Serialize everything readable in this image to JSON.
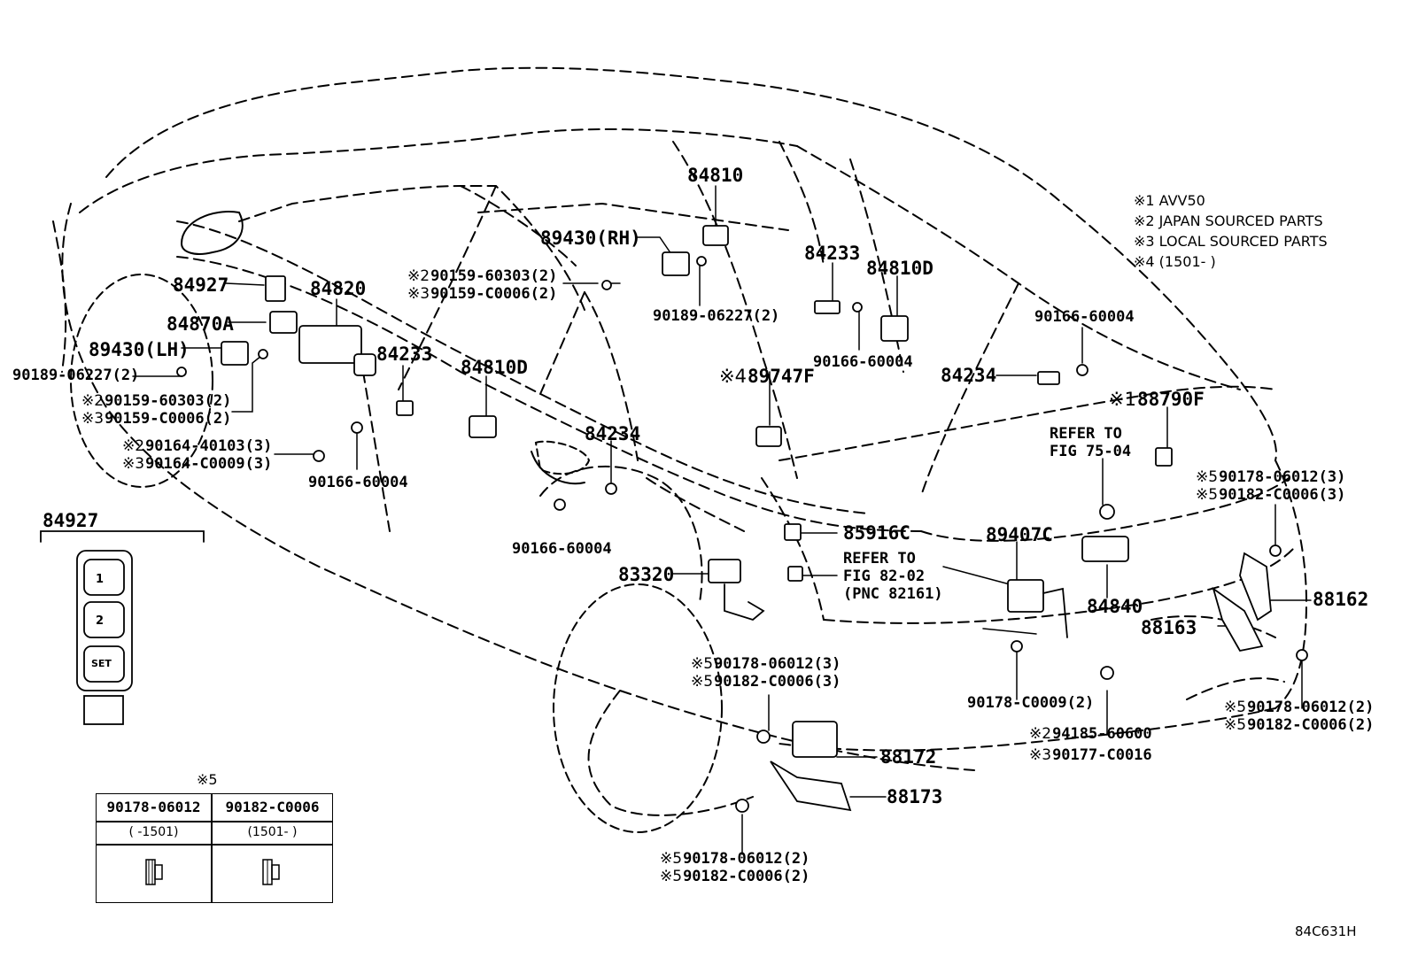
{
  "notes": [
    "※1 AVV50",
    "※2 JAPAN SOURCED PARTS",
    "※3 LOCAL SOURCED PARTS",
    "※4 (1501-        )"
  ],
  "labels": {
    "p84810": "84810",
    "p89430rh": "89430(RH)",
    "p84233a": "84233",
    "p84810d_top": "84810D",
    "p84927": "84927",
    "p84820": "84820",
    "p84870a": "84870A",
    "p89430lh": "89430(LH)",
    "p90189_left": "90189-06227(2)",
    "p90159_603_left": "90159-60303(2)",
    "p90159_c_left": "90159-C0006(2)",
    "p90164_401": "90164-40103(3)",
    "p90164_c": "90164-C0009(3)",
    "p90166_left": "90166-60004",
    "p84233b": "84233",
    "p84810d_mid": "84810D",
    "p84234a": "84234",
    "p90166_mid": "90166-60004",
    "p90159_603_mid": "90159-60303(2)",
    "p90159_c_mid": "90159-C0006(2)",
    "p90189_mid": "90189-06227(2)",
    "p90166_center": "90166-60004",
    "p89747f": "89747F",
    "p90166_right": "90166-60004",
    "p84234b": "84234",
    "p88790f": "88790F",
    "refer1_a": "REFER TO",
    "refer1_b": "FIG 75-04",
    "p85916c": "85916C",
    "refer2_a": "REFER TO",
    "refer2_b": "FIG 82-02",
    "refer2_c": "(PNC 82161)",
    "p83320": "83320",
    "p89407c": "89407C",
    "p84840": "84840",
    "p90178_06_a": "90178-06012(3)",
    "p90182_c_a": "90182-C0006(3)",
    "p88162": "88162",
    "p88163": "88163",
    "p90178_06_b": "90178-06012(3)",
    "p90182_c_b": "90182-C0006(3)",
    "p90178_c9": "90178-C0009(2)",
    "p94185": "94185-60600",
    "p90177": "90177-C0016",
    "p90178_06_c": "90178-06012(2)",
    "p90182_c_c": "90182-C0006(2)",
    "p88172": "88172",
    "p88173": "88173",
    "p90178_06_d": "90178-06012(2)",
    "p90182_c_d": "90182-C0006(2)",
    "inset_title": "84927"
  },
  "marks": {
    "m1": "※1",
    "m2": "※2",
    "m3": "※3",
    "m4": "※4",
    "m5": "※5"
  },
  "switch_buttons": [
    "1",
    "2",
    "SET"
  ],
  "table5": {
    "mark": "※5",
    "headers": [
      "90178-06012",
      "90182-C0006"
    ],
    "ranges": [
      "(        -1501)",
      "(1501-        )"
    ]
  },
  "figure_code": "84C631H"
}
